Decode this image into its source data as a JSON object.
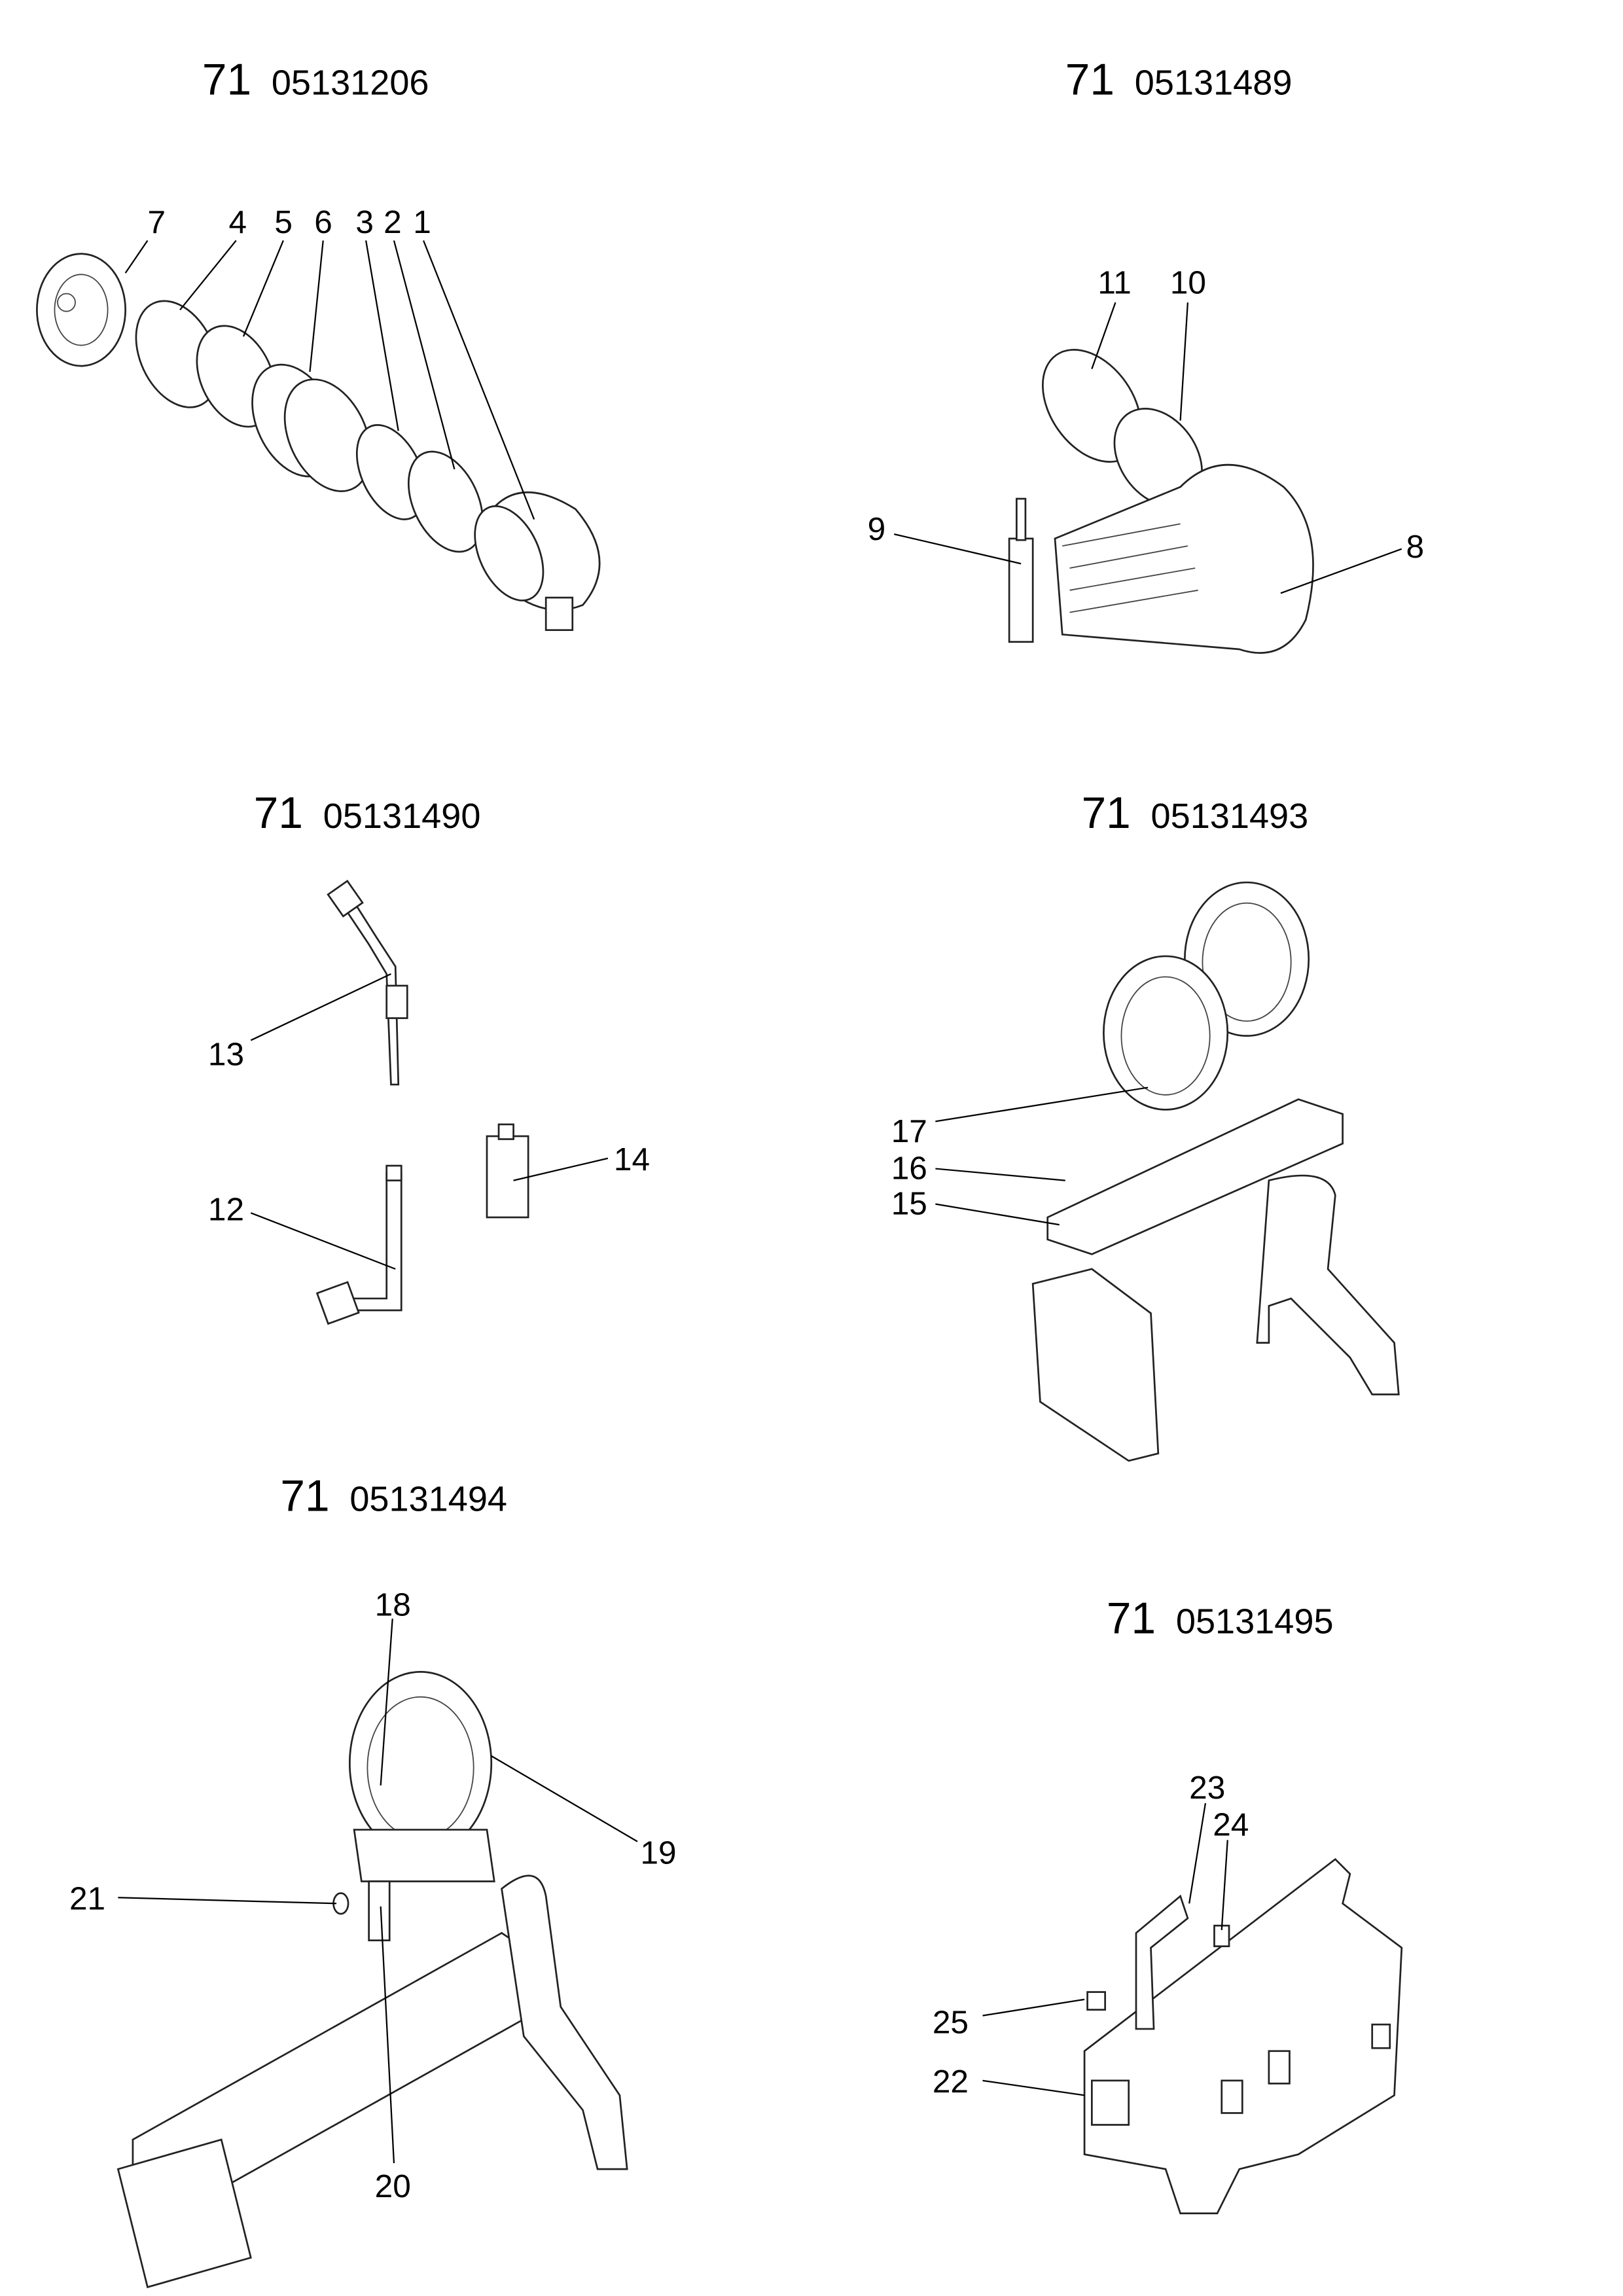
{
  "groups": [
    {
      "prefix": "71",
      "number": "05131206",
      "callouts": [
        "7",
        "4",
        "5",
        "6",
        "3",
        "2",
        "1"
      ]
    },
    {
      "prefix": "71",
      "number": "05131489",
      "callouts": [
        "11",
        "10",
        "9",
        "8"
      ]
    },
    {
      "prefix": "71",
      "number": "05131490",
      "callouts": [
        "13",
        "12",
        "14"
      ]
    },
    {
      "prefix": "71",
      "number": "05131493",
      "callouts": [
        "17",
        "16",
        "15"
      ]
    },
    {
      "prefix": "71",
      "number": "05131494",
      "callouts": [
        "18",
        "19",
        "21",
        "20"
      ]
    },
    {
      "prefix": "71",
      "number": "05131495",
      "callouts": [
        "23",
        "24",
        "25",
        "22"
      ]
    }
  ]
}
